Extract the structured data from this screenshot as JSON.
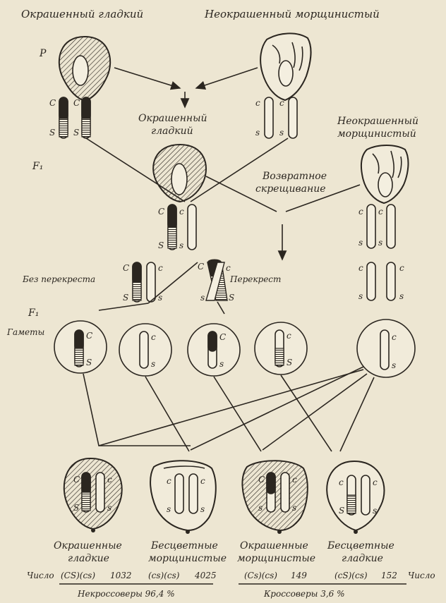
{
  "labels": {
    "parent_left": "Окрашенный гладкий",
    "parent_right": "Неокрашенный морщинистый",
    "gen_p": "P",
    "f1_center_1": "Окрашенный",
    "f1_center_2": "гладкий",
    "tester_1": "Неокрашенный",
    "tester_2": "морщинистый",
    "backcross_1": "Возвратное",
    "backcross_2": "скрещивание",
    "gen_f1": "F₁",
    "no_crossover": "Без перекреста",
    "crossover": "Перекрест",
    "gen_f1b": "F₁",
    "gametes": "Гаметы"
  },
  "genes": {
    "c_upper": "C",
    "c_lower": "c",
    "s_upper": "S",
    "s_lower": "s"
  },
  "offspring": [
    {
      "title_1": "Окрашенные",
      "title_2": "гладкие",
      "genotype": "(CS)(cs)",
      "count": "1032"
    },
    {
      "title_1": "Бесцветные",
      "title_2": "морщинистые",
      "genotype": "(cs)(cs)",
      "count": "4025"
    },
    {
      "title_1": "Окрашенные",
      "title_2": "морщинистые",
      "genotype": "(Cs)(cs)",
      "count": "149"
    },
    {
      "title_1": "Бесцветные",
      "title_2": "гладкие",
      "genotype": "(cS)(cs)",
      "count": "152"
    }
  ],
  "number_label": "Число",
  "summary": {
    "noncrossover": "Некроссоверы 96,4 %",
    "crossover": "Кроссоверы 3,6 %"
  },
  "colors": {
    "ink": "#2b2620",
    "paper": "#ede6d2"
  }
}
